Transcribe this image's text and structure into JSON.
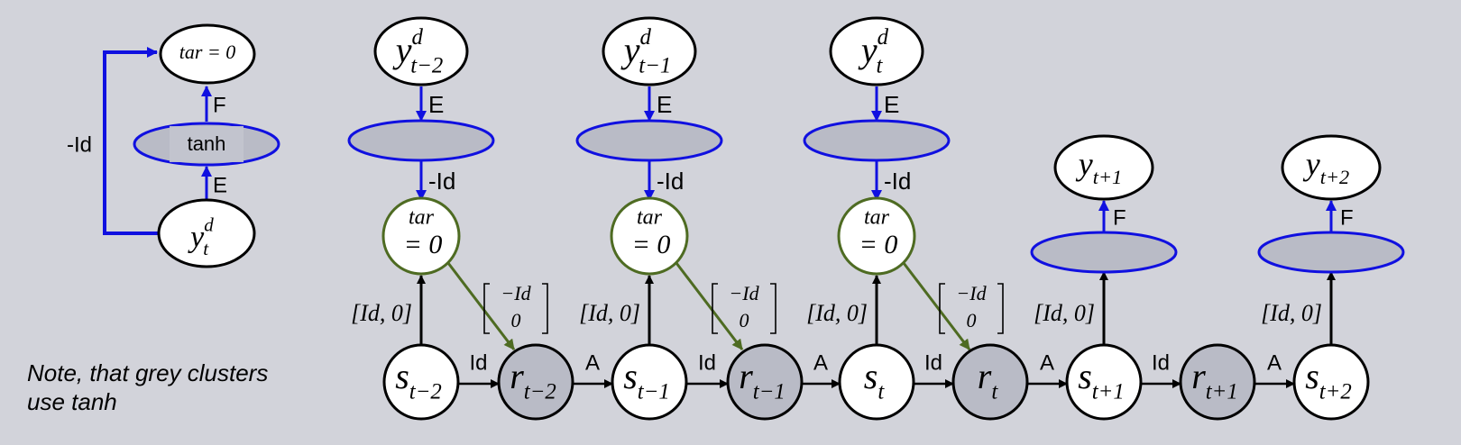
{
  "colors": {
    "background": "#d2d3da",
    "blue_edge": "#1010e0",
    "green_edge": "#4e6b22",
    "node_fill": "#ffffff",
    "shaded_fill": "#b9bbc6"
  },
  "note": "Note, that grey clusters\nuse tanh",
  "left_panel": {
    "top_node": "tar = 0",
    "cluster": "tanh",
    "bottom_base": "y",
    "bottom_sub": "t",
    "bottom_sup": "d",
    "label_F": "F",
    "label_E": "E",
    "label_neg_id": "-Id"
  },
  "edge_labels": {
    "E": "E",
    "F": "F",
    "neg_id": "-Id",
    "Id": "Id",
    "A": "A",
    "id_zero": "[Id, 0]",
    "neg_id_vec_top": "−Id",
    "neg_id_vec_bottom": "0"
  },
  "target_nodes": [
    {
      "base": "y",
      "sup": "d",
      "sub": "t−2"
    },
    {
      "base": "y",
      "sup": "d",
      "sub": "t−1"
    },
    {
      "base": "y",
      "sup": "d",
      "sub": "t"
    }
  ],
  "tar_node": {
    "line1": "tar",
    "line2": "= 0"
  },
  "output_nodes": [
    {
      "base": "y",
      "sub": "t+1"
    },
    {
      "base": "y",
      "sub": "t+2"
    }
  ],
  "chain": [
    {
      "base": "s",
      "sub": "t−2",
      "shaded": false
    },
    {
      "base": "r",
      "sub": "t−2",
      "shaded": true
    },
    {
      "base": "s",
      "sub": "t−1",
      "shaded": false
    },
    {
      "base": "r",
      "sub": "t−1",
      "shaded": true
    },
    {
      "base": "s",
      "sub": "t",
      "shaded": false
    },
    {
      "base": "r",
      "sub": "t",
      "shaded": true
    },
    {
      "base": "s",
      "sub": "t+1",
      "shaded": false
    },
    {
      "base": "r",
      "sub": "t+1",
      "shaded": true
    },
    {
      "base": "s",
      "sub": "t+2",
      "shaded": false
    }
  ]
}
